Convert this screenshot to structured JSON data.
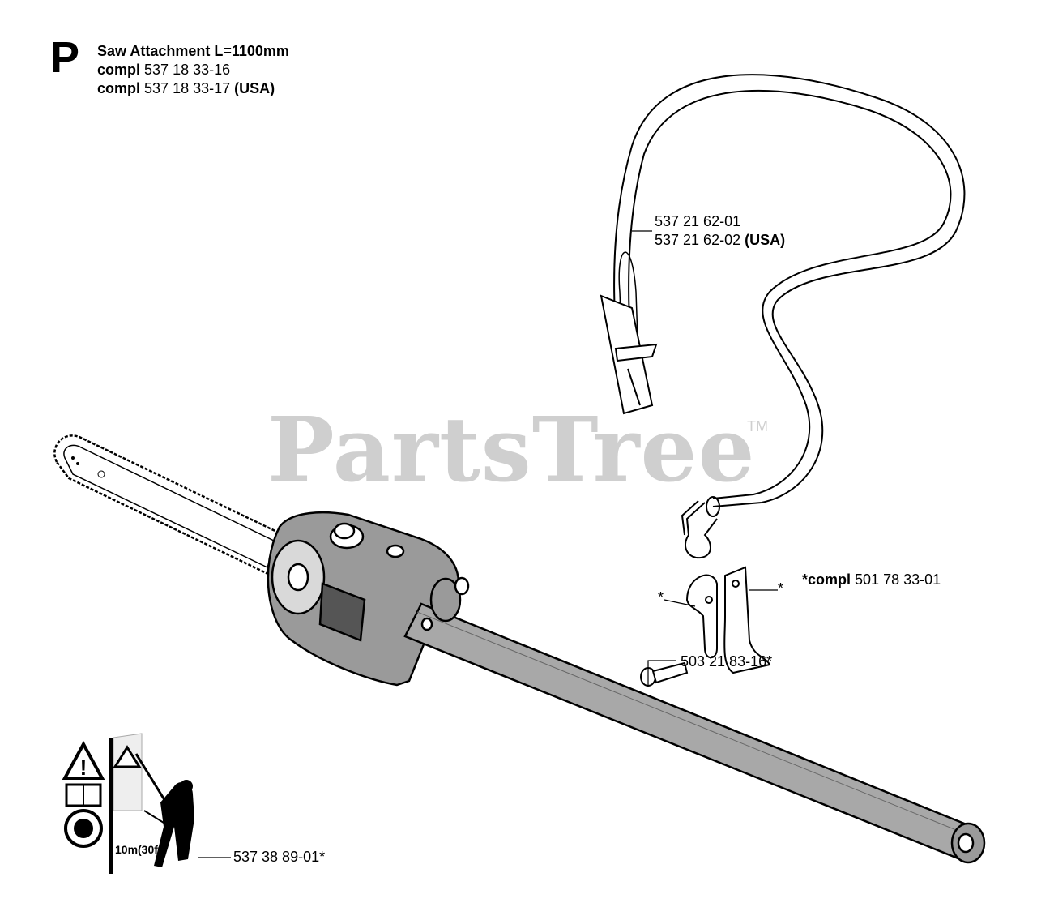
{
  "header": {
    "section_letter": "P",
    "title": "Saw Attachment L=1100mm",
    "kit_lines": [
      {
        "prefix": "compl",
        "number": "537 18 33-16",
        "suffix": ""
      },
      {
        "prefix": "compl",
        "number": "537 18 33-17",
        "suffix": "(USA)"
      }
    ]
  },
  "callouts": {
    "harness_1": "537 21 62-01",
    "harness_2_number": "537 21 62-02",
    "harness_2_suffix": "(USA)",
    "clamp_kit_prefix": "*compl",
    "clamp_kit_number": "501 78 33-01",
    "asterisk_left": "*",
    "asterisk_right": "*",
    "screw": "503 21 83-16*",
    "decal": "537 38 89-01*"
  },
  "decal": {
    "distance_label": "10m(30ft)"
  },
  "watermark": {
    "text": "PartsTree",
    "trademark": "TM"
  },
  "colors": {
    "line": "#000000",
    "watermark": "#cfcfcf",
    "part_fill": "#9a9a9a",
    "dark_fill": "#333333"
  }
}
